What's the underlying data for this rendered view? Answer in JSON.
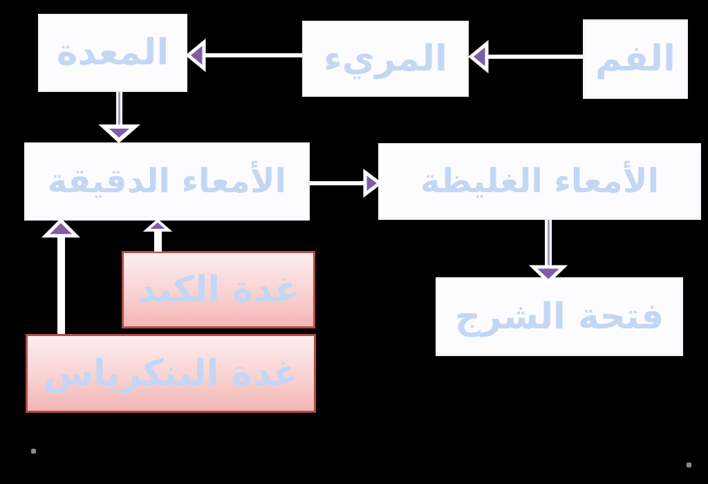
{
  "diagram": {
    "title": "Digestive system flowchart (Arabic)",
    "nodes": {
      "mouth": {
        "label": "الفم",
        "type": "organ"
      },
      "esophagus": {
        "label": "المريء",
        "type": "organ"
      },
      "stomach": {
        "label": "المعدة",
        "type": "organ"
      },
      "small_intestine": {
        "label": "الأمعاء الدقيقة",
        "type": "organ"
      },
      "large_intestine": {
        "label": "الأمعاء الغليظة",
        "type": "organ"
      },
      "anus": {
        "label": "فتحة الشرج",
        "type": "organ"
      },
      "liver_gland": {
        "label": "غدة الكبد",
        "type": "gland"
      },
      "pancreas_gland": {
        "label": "غدة البنكرياس",
        "type": "gland"
      }
    },
    "edges": [
      {
        "from": "mouth",
        "to": "esophagus",
        "direction": "left"
      },
      {
        "from": "esophagus",
        "to": "stomach",
        "direction": "left"
      },
      {
        "from": "stomach",
        "to": "small_intestine",
        "direction": "down"
      },
      {
        "from": "small_intestine",
        "to": "large_intestine",
        "direction": "right"
      },
      {
        "from": "large_intestine",
        "to": "anus",
        "direction": "down"
      },
      {
        "from": "liver_gland",
        "to": "small_intestine",
        "direction": "up"
      },
      {
        "from": "pancreas_gland",
        "to": "small_intestine",
        "direction": "up"
      }
    ],
    "colors": {
      "background": "#000000",
      "organ_box_fill": "#fcfcfe",
      "label_text": "#c3d7f4",
      "arrow_head": "#7d5fa8",
      "arrow_line": "#ffffff",
      "gland_border": "#b34b49",
      "gland_fill_top": "#fdeeee",
      "gland_fill_bottom": "#f4b5b5"
    }
  }
}
